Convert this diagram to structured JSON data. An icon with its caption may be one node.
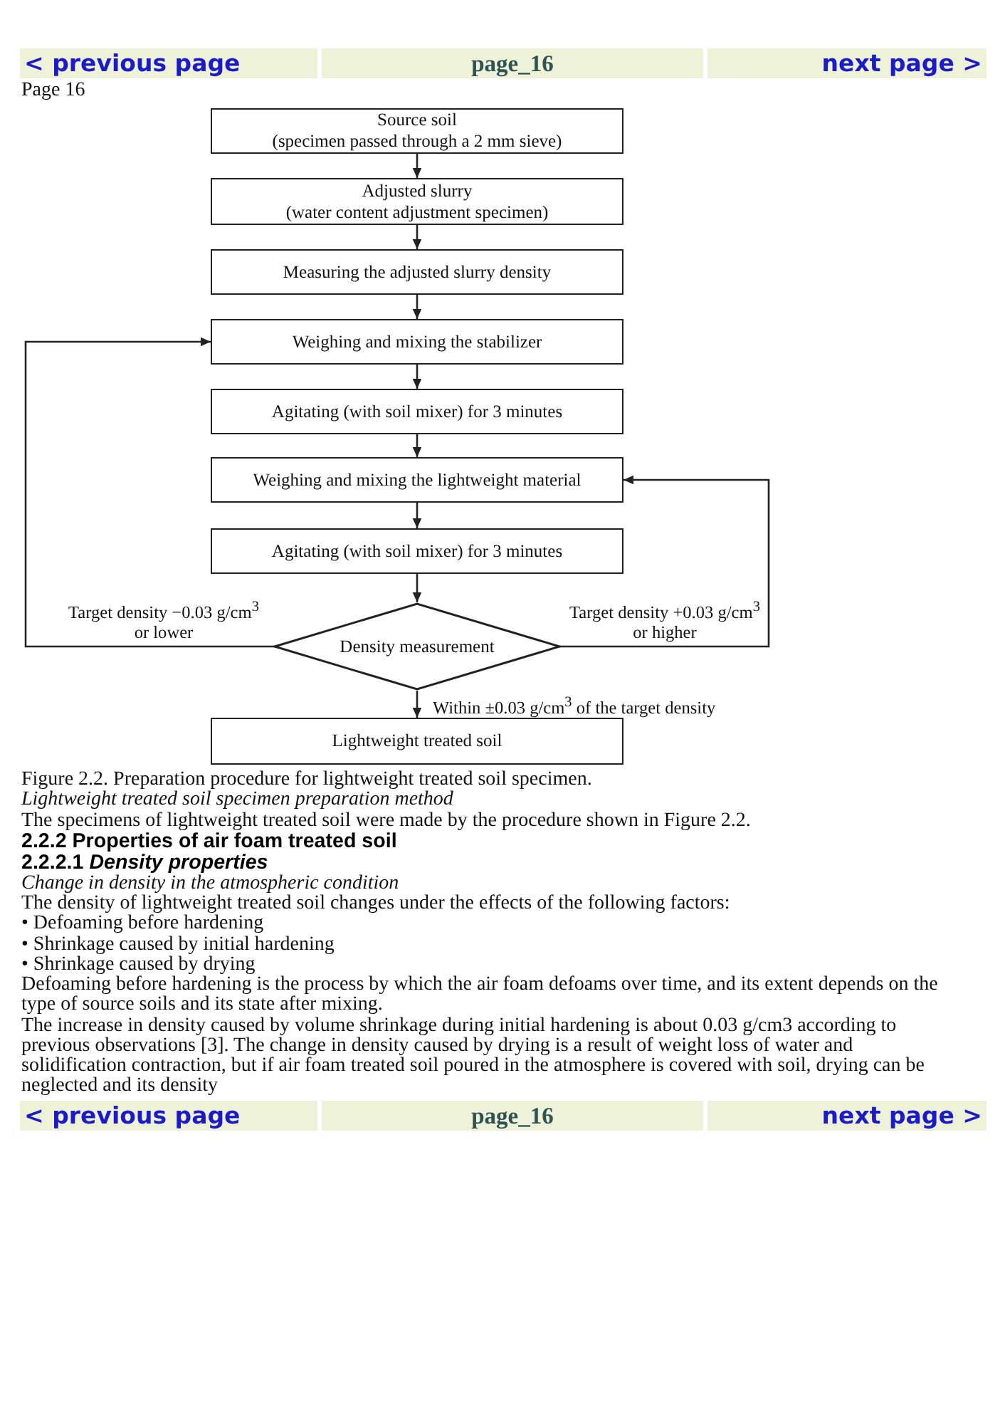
{
  "diagram": {
    "caption": "Figure 2.2. Preparation procedure for lightweight treated soil specimen.",
    "nodes": [
      {
        "text": [
          "Source soil",
          "(specimen passed through a 2 mm sieve)"
        ]
      },
      {
        "text": [
          "Adjusted slurry",
          "(water content adjustment specimen)"
        ]
      },
      {
        "text": [
          "Measuring the adjusted slurry density"
        ]
      },
      {
        "text": [
          "Weighing and mixing the stabilizer"
        ]
      },
      {
        "text": [
          "Agitating (with soil mixer) for 3 minutes"
        ]
      },
      {
        "text": [
          "Weighing and mixing the lightweight material"
        ]
      },
      {
        "text": [
          "Agitating (with soil mixer) for 3 minutes"
        ]
      },
      {
        "text": [
          "Density measurement"
        ]
      },
      {
        "text": [
          "Lightweight treated soil"
        ]
      }
    ],
    "edges": [
      {
        "from": 0,
        "to": 1,
        "arrow": "to"
      },
      {
        "from": 1,
        "to": 2,
        "arrow": "to"
      },
      {
        "from": 2,
        "to": 3,
        "arrow": "to"
      },
      {
        "from": 3,
        "to": 4,
        "arrow": "to"
      },
      {
        "from": 4,
        "to": 5,
        "arrow": "to"
      },
      {
        "from": 5,
        "to": 6,
        "arrow": "to"
      },
      {
        "from": 6,
        "to": 7,
        "arrow": "to"
      },
      {
        "from": 7,
        "to": 3,
        "arrow": "to",
        "label": "Target density −0.03 g/cm$^{3}$ or lower"
      },
      {
        "from": 7,
        "to": 5,
        "arrow": "to",
        "label": "Target density +0.03 g/cm$^{3}$ or higher"
      },
      {
        "from": 7,
        "to": 8,
        "arrow": "to",
        "label": "Within ±0.03 g/cm$^{3}$ of the target density"
      }
    ],
    "labels": [
      "< previous page",
      "page_16",
      "next page >",
      "Page 16",
      "Lightweight treated soil specimen preparation method",
      "The specimens of lightweight treated soil were made by the procedure shown in Figure 2.2.",
      "2.2.2 Properties of air foam treated soil",
      "2.2.2.1 *Density properties*",
      "Change in density in the atmospheric condition",
      "The density of lightweight treated soil changes under the effects of the following factors:",
      "• Defoaming before hardening",
      "• Shrinkage caused by initial hardening",
      "• Shrinkage caused by drying",
      "Defoaming before hardening is the process by which the air foam defoams over time, and its extent depends on the type of source soils and its state after mixing.",
      "The increase in density caused by volume shrinkage during initial hardening is about 0.03 g/cm3 according to previous observations [3]. The change in density caused by drying is a result of weight loss of water and solidification contraction, but if air foam treated soil poured in the atmosphere is covered with soil, drying can be neglected and its density",
      "< previous page",
      "page_16",
      "next page >"
    ]
  }
}
